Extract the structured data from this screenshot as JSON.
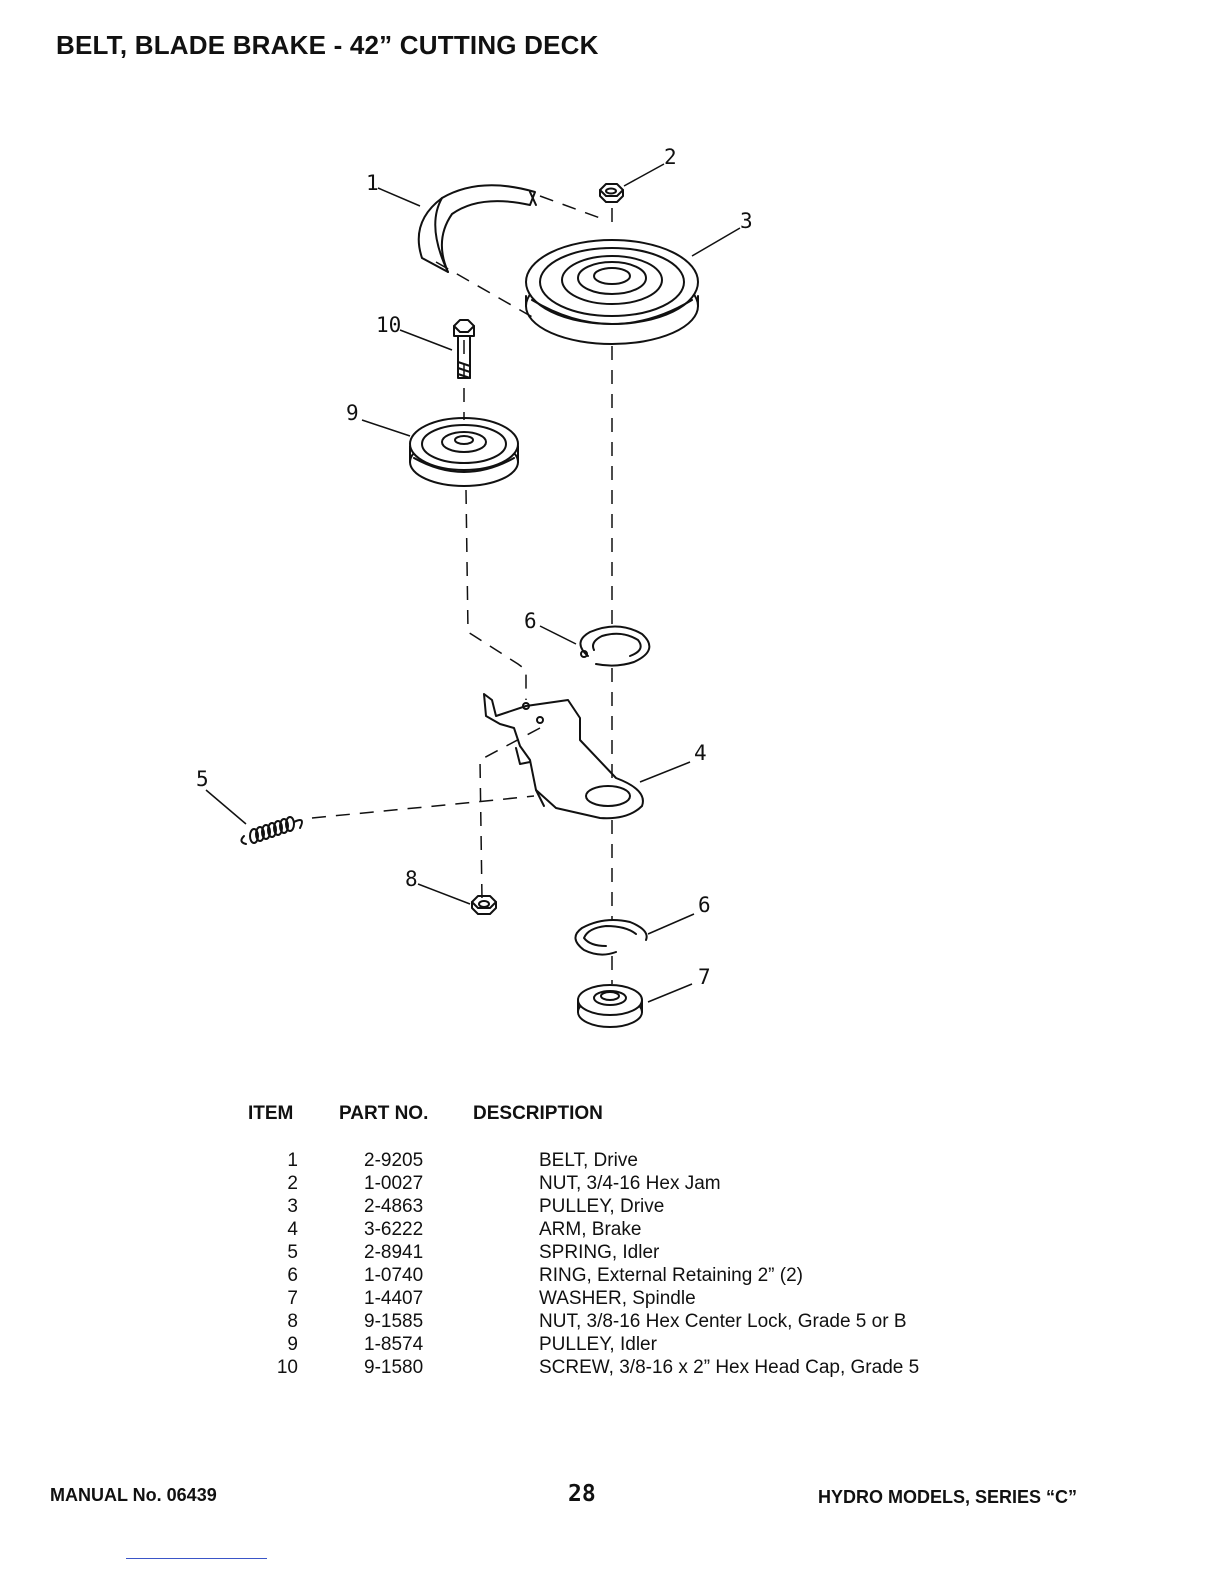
{
  "page": {
    "title": "BELT, BLADE BRAKE - 42” CUTTING DECK"
  },
  "diagram": {
    "callouts": [
      "1",
      "2",
      "3",
      "4",
      "5",
      "6",
      "6",
      "7",
      "8",
      "9",
      "10"
    ]
  },
  "parts_table": {
    "headers": {
      "item": "ITEM",
      "part_no": "PART NO.",
      "description": "DESCRIPTION"
    },
    "rows": [
      {
        "item": "1",
        "part_no": "2-9205",
        "description": "BELT, Drive"
      },
      {
        "item": "2",
        "part_no": "1-0027",
        "description": "NUT, 3/4-16 Hex Jam"
      },
      {
        "item": "3",
        "part_no": "2-4863",
        "description": "PULLEY, Drive"
      },
      {
        "item": "4",
        "part_no": "3-6222",
        "description": "ARM, Brake"
      },
      {
        "item": "5",
        "part_no": "2-8941",
        "description": "SPRING, Idler"
      },
      {
        "item": "6",
        "part_no": "1-0740",
        "description": "RING, External Retaining 2” (2)"
      },
      {
        "item": "7",
        "part_no": "1-4407",
        "description": "WASHER, Spindle"
      },
      {
        "item": "8",
        "part_no": "9-1585",
        "description": "NUT, 3/8-16 Hex Center Lock, Grade 5 or B"
      },
      {
        "item": "9",
        "part_no": "1-8574",
        "description": "PULLEY, Idler"
      },
      {
        "item": "10",
        "part_no": "9-1580",
        "description": "SCREW, 3/8-16 x 2” Hex Head Cap, Grade 5"
      }
    ]
  },
  "footer": {
    "manual": "MANUAL No. 06439",
    "page_number": "28",
    "models": "HYDRO MODELS, SERIES “C”"
  }
}
